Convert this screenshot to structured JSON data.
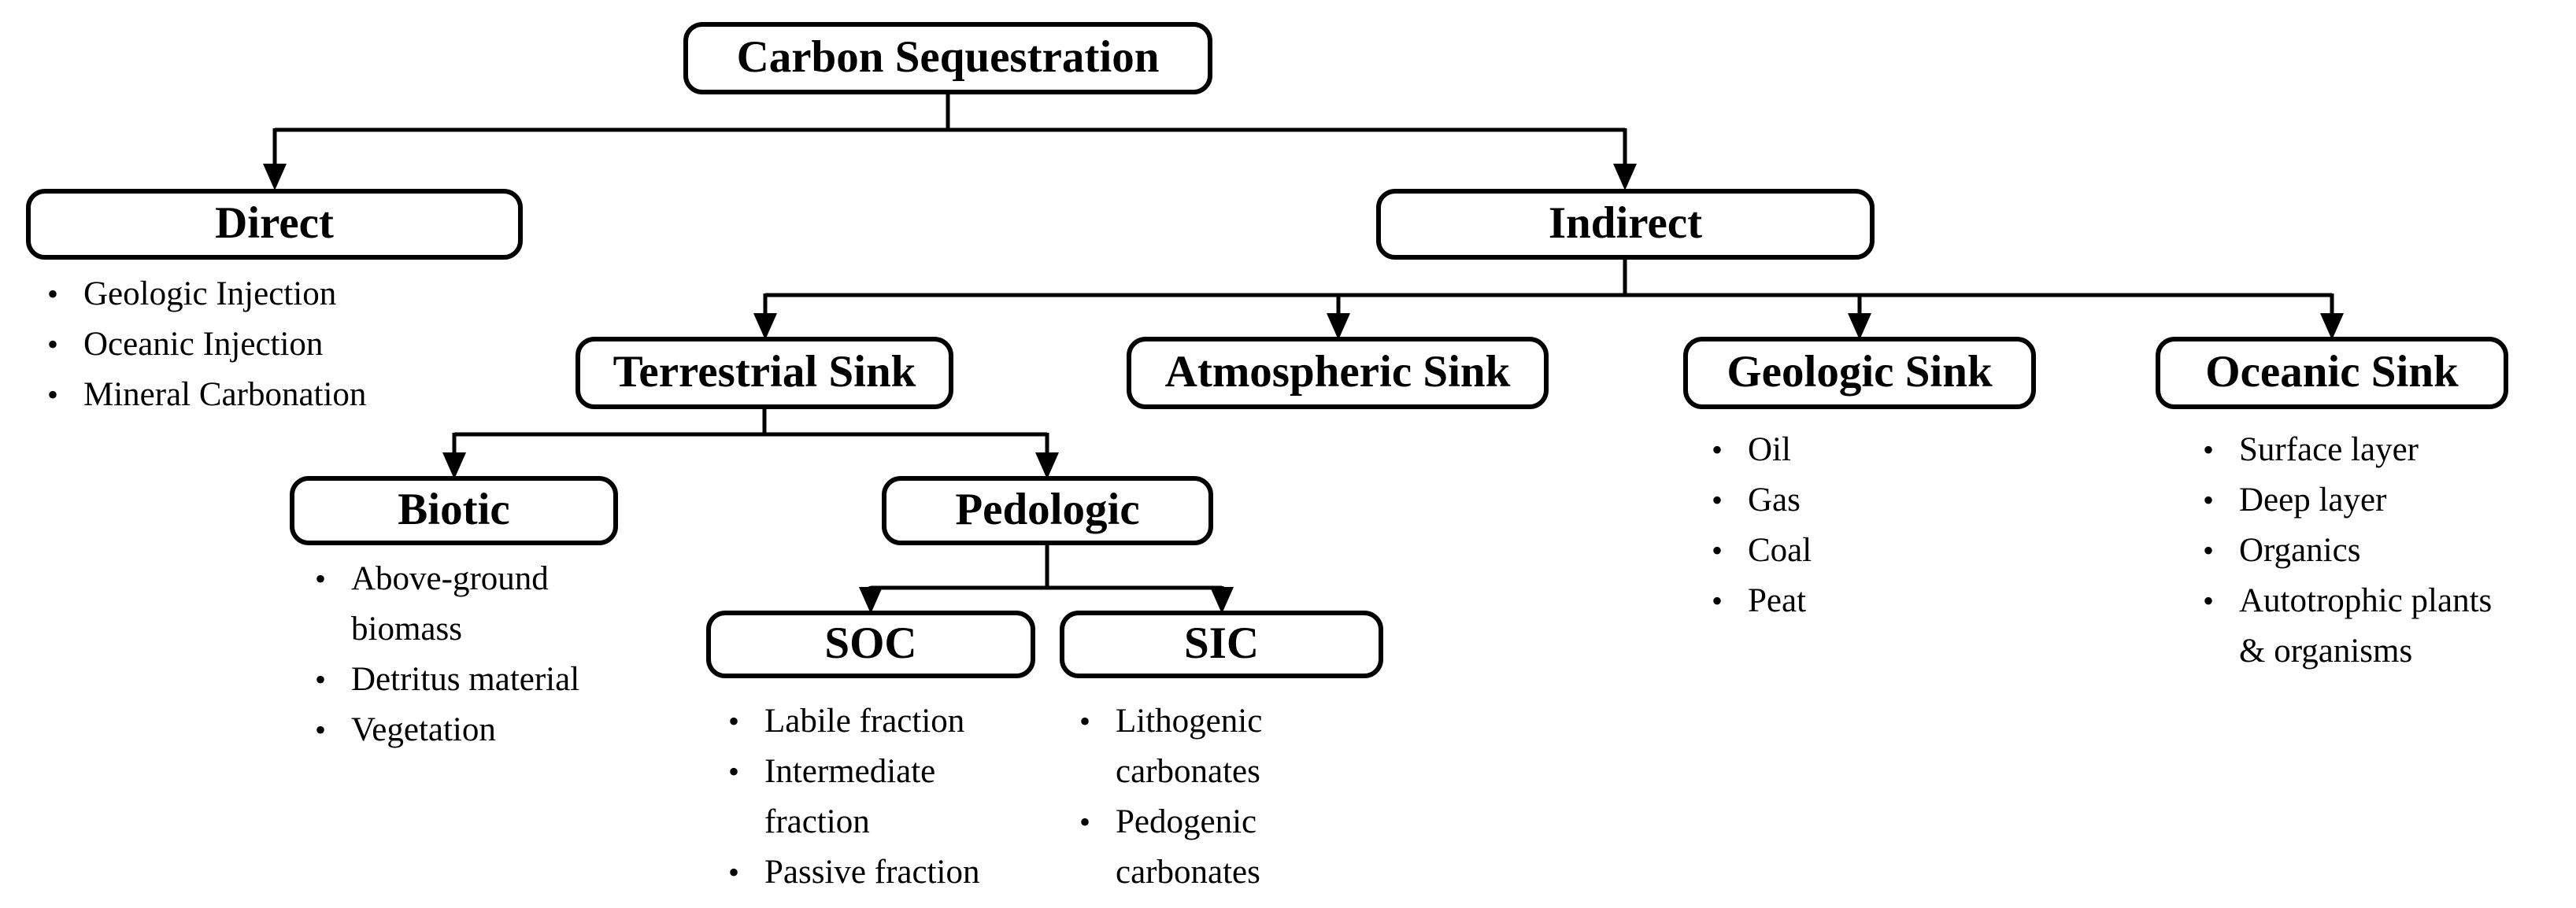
{
  "title": "Carbon Sequestration",
  "colors": {
    "background": "#ffffff",
    "box_fill": "#ffffff",
    "box_border": "#000000",
    "text": "#000000",
    "connector": "#000000"
  },
  "nodes": {
    "carbon": {
      "label": "Carbon Sequestration"
    },
    "direct": {
      "label": "Direct",
      "items": [
        "Geologic Injection",
        "Oceanic Injection",
        "Mineral Carbonation"
      ]
    },
    "indirect": {
      "label": "Indirect"
    },
    "terrestrial": {
      "label": "Terrestrial Sink"
    },
    "atmospheric": {
      "label": "Atmospheric Sink"
    },
    "geologic": {
      "label": "Geologic Sink",
      "items": [
        "Oil",
        "Gas",
        "Coal",
        "Peat"
      ]
    },
    "oceanic": {
      "label": "Oceanic Sink",
      "items": [
        "Surface layer",
        "Deep layer",
        "Organics",
        "Autotrophic plants & organisms"
      ]
    },
    "biotic": {
      "label": "Biotic",
      "items": [
        "Above-ground biomass",
        "Detritus material",
        "Vegetation"
      ]
    },
    "pedologic": {
      "label": "Pedologic"
    },
    "soc": {
      "label": "SOC",
      "items": [
        "Labile fraction",
        "Intermediate fraction",
        "Passive fraction"
      ]
    },
    "sic": {
      "label": "SIC",
      "items": [
        "Lithogenic carbonates",
        "Pedogenic carbonates"
      ]
    }
  },
  "edges": [
    [
      "carbon",
      "direct"
    ],
    [
      "carbon",
      "indirect"
    ],
    [
      "indirect",
      "terrestrial"
    ],
    [
      "indirect",
      "atmospheric"
    ],
    [
      "indirect",
      "geologic"
    ],
    [
      "indirect",
      "oceanic"
    ],
    [
      "terrestrial",
      "biotic"
    ],
    [
      "terrestrial",
      "pedologic"
    ],
    [
      "pedologic",
      "soc"
    ],
    [
      "pedologic",
      "sic"
    ]
  ]
}
